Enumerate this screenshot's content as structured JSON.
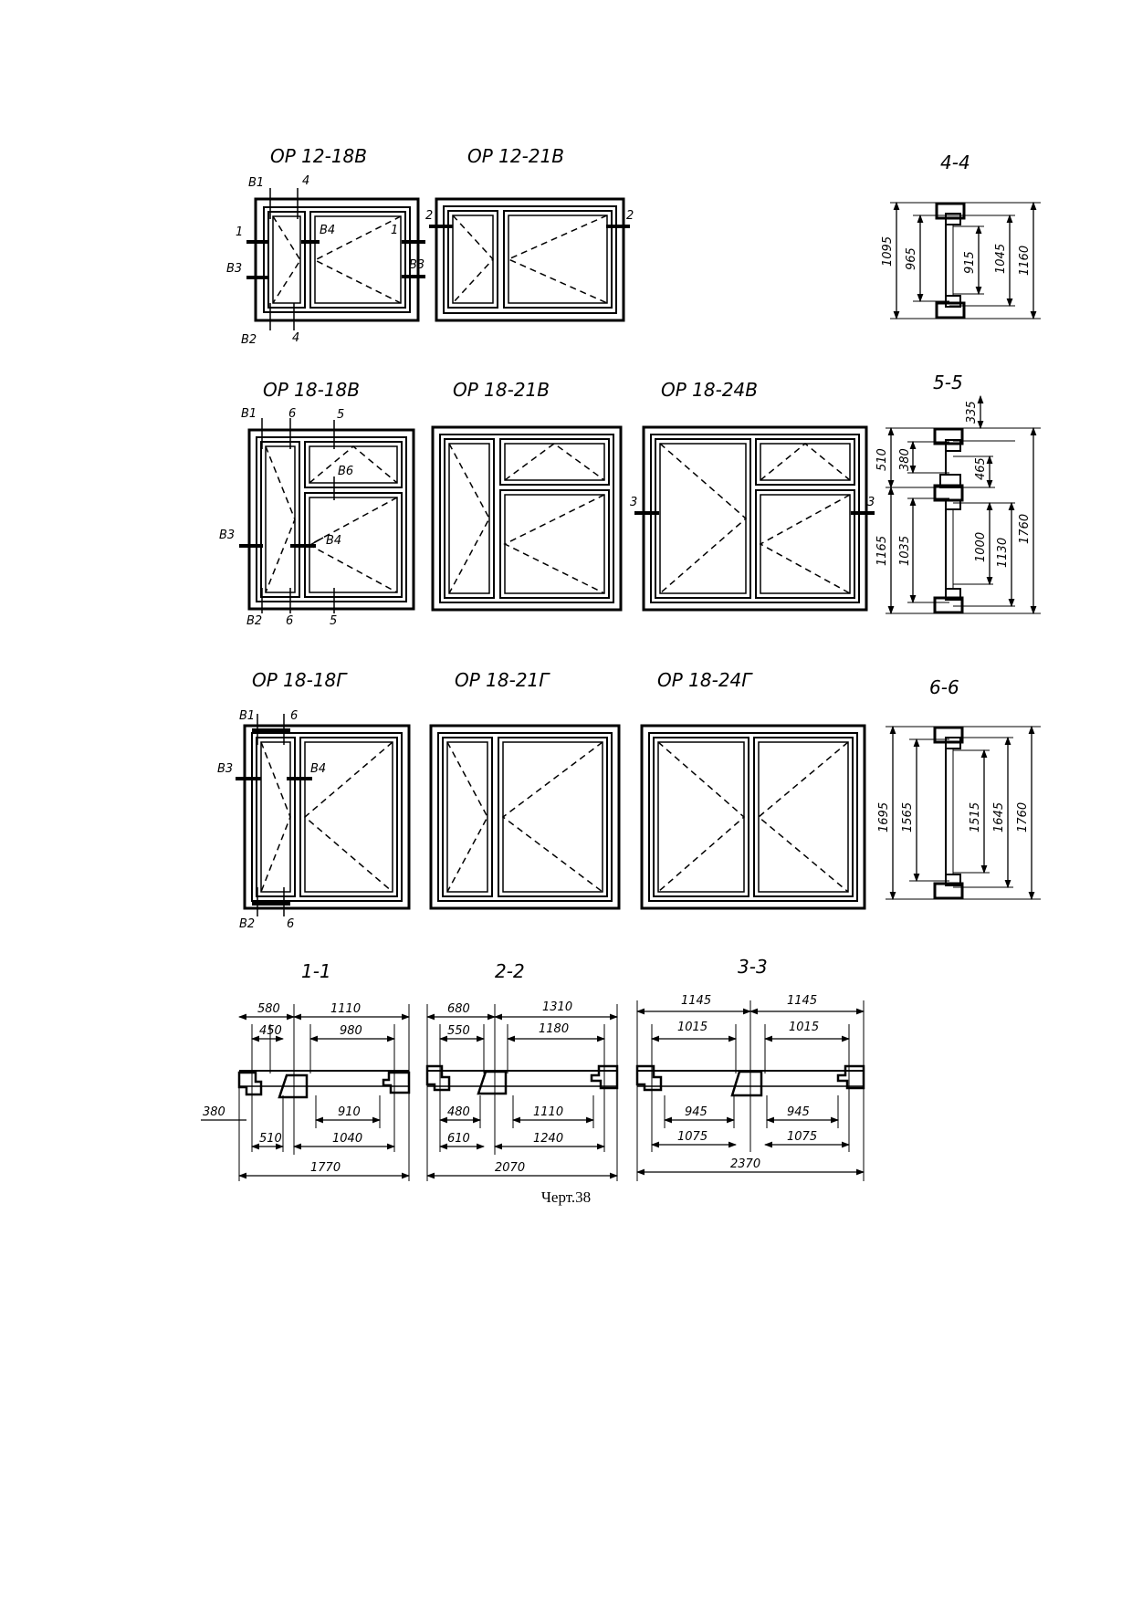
{
  "rows": [
    {
      "windows": [
        {
          "title": "ОР 12-18В",
          "markers": [
            "В1",
            "4",
            "1",
            "В4",
            "1",
            "В3",
            "В3",
            "В2",
            "4"
          ]
        },
        {
          "title": "ОР  12-21В",
          "markers": [
            "2",
            "2"
          ]
        }
      ],
      "section": {
        "title": "4-4",
        "dims": [
          "1095",
          "965",
          "915",
          "1045",
          "1160"
        ]
      }
    },
    {
      "windows": [
        {
          "title": "ОР 18-18В",
          "markers": [
            "В1",
            "6",
            "5",
            "В6",
            "В3",
            "В4",
            "В2",
            "6",
            "5"
          ]
        },
        {
          "title": "ОР 18-21В",
          "markers": []
        },
        {
          "title": "ОР 18-24В",
          "markers": [
            "3",
            "3"
          ]
        }
      ],
      "section": {
        "title": "5-5",
        "dims": [
          "510",
          "380",
          "335",
          "465",
          "1165",
          "1035",
          "1000",
          "1130",
          "1760"
        ]
      }
    },
    {
      "windows": [
        {
          "title": "ОР 18-18Г",
          "markers": [
            "В1",
            "6",
            "В3",
            "В4",
            "В2",
            "6"
          ]
        },
        {
          "title": "ОР 18-21Г",
          "markers": []
        },
        {
          "title": "ОР 18-24Г",
          "markers": []
        }
      ],
      "section": {
        "title": "6-6",
        "dims": [
          "1695",
          "1565",
          "1515",
          "1645",
          "1760"
        ]
      }
    }
  ],
  "plan_sections": [
    {
      "title": "1-1",
      "dims": [
        "580",
        "1110",
        "450",
        "980",
        "380",
        "910",
        "510",
        "1040",
        "1770"
      ]
    },
    {
      "title": "2-2",
      "dims": [
        "680",
        "1310",
        "550",
        "1180",
        "480",
        "1110",
        "610",
        "1240",
        "2070"
      ]
    },
    {
      "title": "3-3",
      "dims": [
        "1145",
        "1145",
        "1015",
        "1015",
        "945",
        "945",
        "1075",
        "1075",
        "2370"
      ]
    }
  ],
  "caption": "Черт.38"
}
